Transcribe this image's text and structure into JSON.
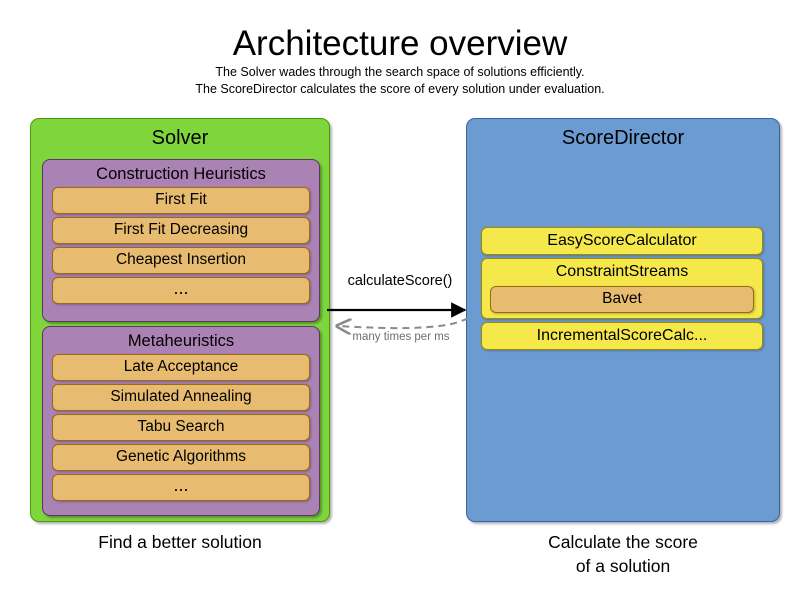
{
  "header": {
    "title": "Architecture overview",
    "subtitle_lines": [
      "The Solver wades through the search space of solutions efficiently.",
      "The ScoreDirector calculates the score of every solution under evaluation."
    ]
  },
  "solver": {
    "title": "Solver",
    "caption": "Find a better solution",
    "color": "#7ed63c",
    "groups": [
      {
        "title": "Construction Heuristics",
        "color": "#ab82b4",
        "items": [
          "First Fit",
          "First Fit Decreasing",
          "Cheapest Insertion",
          "..."
        ]
      },
      {
        "title": "Metaheuristics",
        "color": "#ab82b4",
        "items": [
          "Late Acceptance",
          "Simulated Annealing",
          "Tabu Search",
          "Genetic Algorithms",
          "..."
        ]
      }
    ]
  },
  "score_director": {
    "title": "ScoreDirector",
    "caption_lines": [
      "Calculate the score",
      "of a solution"
    ],
    "color": "#6c9bd2",
    "items": [
      {
        "label": "EasyScoreCalculator",
        "color": "#f5e84b",
        "child": null
      },
      {
        "label": "ConstraintStreams",
        "color": "#f5e84b",
        "child": "Bavet"
      },
      {
        "label": "IncrementalScoreCalc...",
        "color": "#f5e84b",
        "child": null
      }
    ]
  },
  "connector": {
    "forward_label": "calculateScore()",
    "backward_label": "many times per ms",
    "forward_style": "solid-black-arrow-right",
    "backward_style": "dashed-gray-arrow-left"
  }
}
